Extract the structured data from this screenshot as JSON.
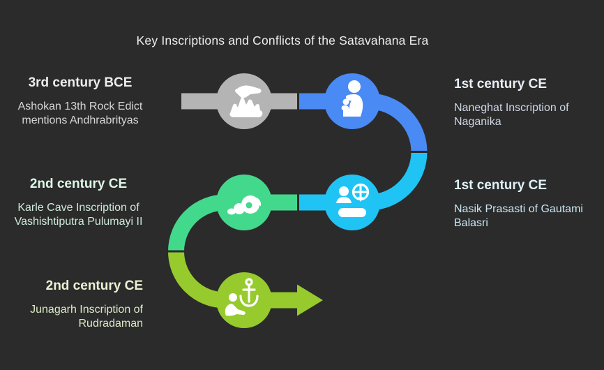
{
  "title": "Key Inscriptions and Conflicts of the Satavahana Era",
  "colors": {
    "background": "#2b2b2b",
    "icon": "#ffffff",
    "title_text": "#efefef"
  },
  "timeline": {
    "nodes": [
      {
        "order": 1,
        "side": "left",
        "period": "3rd century BCE",
        "description": "Ashokan 13th Rock Edict mentions Andhrabrityas",
        "color": "#b4b4b4",
        "icon": "hand-carving-rock-icon"
      },
      {
        "order": 2,
        "side": "right",
        "period": "1st century CE",
        "description": "Naneghat Inscription of Naganika",
        "color": "#4a8af4",
        "icon": "kneeling-devotee-icon"
      },
      {
        "order": 3,
        "side": "right",
        "period": "1st century CE",
        "description": "Nasik Prasasti of Gautami Balasri",
        "color": "#20c4f4",
        "icon": "orator-globe-plinth-icon"
      },
      {
        "order": 4,
        "side": "left",
        "period": "2nd century CE",
        "description": "Karle Cave Inscription of Vashishtiputra Pulumayi II",
        "color": "#43d98c",
        "icon": "carved-swirl-icon"
      },
      {
        "order": 5,
        "side": "left",
        "period": "2nd century CE",
        "description": "Junagarh Inscription of Rudradaman",
        "color": "#96ca2d",
        "icon": "seated-figure-anchor-icon"
      }
    ]
  }
}
